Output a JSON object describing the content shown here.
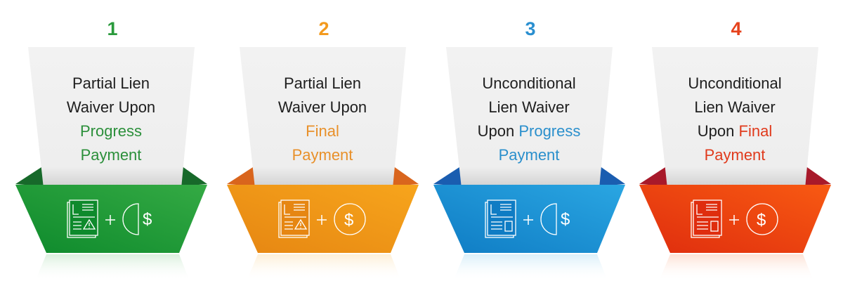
{
  "steps": [
    {
      "number": "1",
      "color": "#2a9a3c",
      "dark": "#17692a",
      "light": "#34aa44",
      "shade": "#0e8a2c",
      "doc_icon": "document-warning-icon",
      "coin_icon": "half-coin-dollar-icon",
      "lines": [
        [
          {
            "t": "Partial Lien",
            "h": false
          }
        ],
        [
          {
            "t": "Waiver Upon",
            "h": false
          }
        ],
        [
          {
            "t": "Progress",
            "h": true
          }
        ],
        [
          {
            "t": "Payment",
            "h": true
          }
        ]
      ]
    },
    {
      "number": "2",
      "color": "#f39a1e",
      "dark": "#d9651d",
      "light": "#f7a51c",
      "shade": "#e68612",
      "doc_icon": "document-warning-icon",
      "coin_icon": "full-coin-dollar-icon",
      "lines": [
        [
          {
            "t": "Partial Lien",
            "h": false
          }
        ],
        [
          {
            "t": "Waiver Upon",
            "h": false
          }
        ],
        [
          {
            "t": "Final",
            "h": true
          }
        ],
        [
          {
            "t": "Payment",
            "h": true
          }
        ]
      ]
    },
    {
      "number": "3",
      "color": "#2a8fd0",
      "dark": "#1a5db0",
      "light": "#2aa6e2",
      "shade": "#0f7cc4",
      "doc_icon": "document-box-icon",
      "coin_icon": "half-coin-dollar-icon",
      "lines": [
        [
          {
            "t": "Unconditional",
            "h": false
          }
        ],
        [
          {
            "t": "Lien Waiver",
            "h": false
          }
        ],
        [
          {
            "t": "Upon ",
            "h": false
          },
          {
            "t": "Progress",
            "h": true
          }
        ],
        [
          {
            "t": "Payment",
            "h": true
          }
        ]
      ]
    },
    {
      "number": "4",
      "color": "#e6421c",
      "dark": "#a8192a",
      "light": "#f85a12",
      "shade": "#df2d0e",
      "doc_icon": "document-box-icon",
      "coin_icon": "full-coin-dollar-icon",
      "lines": [
        [
          {
            "t": "Unconditional",
            "h": false
          }
        ],
        [
          {
            "t": "Lien Waiver",
            "h": false
          }
        ],
        [
          {
            "t": "Upon ",
            "h": false
          },
          {
            "t": "Final",
            "h": true
          }
        ],
        [
          {
            "t": "Payment",
            "h": true
          }
        ]
      ]
    }
  ]
}
